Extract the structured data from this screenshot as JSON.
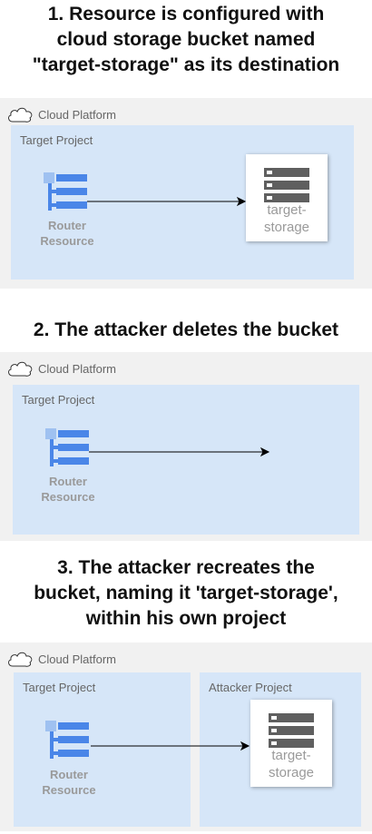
{
  "sections": [
    {
      "heading": "1. Resource is configured with\ncloud storage bucket named\n\"target-storage\" as its destination",
      "platform_label": "Cloud Platform",
      "target_project_label": "Target Project",
      "router_label": "Router\nResource",
      "bucket_label": "target-\nstorage"
    },
    {
      "heading": "2. The attacker deletes the bucket",
      "platform_label": "Cloud Platform",
      "target_project_label": "Target Project",
      "router_label": "Router\nResource"
    },
    {
      "heading": "3. The attacker recreates the\nbucket, naming it 'target-storage',\nwithin his own project",
      "platform_label": "Cloud Platform",
      "target_project_label": "Target Project",
      "attacker_project_label": "Attacker Project",
      "router_label": "Router\nResource",
      "bucket_label": "target-\nstorage"
    }
  ],
  "icons": {
    "cloud": "cloud-icon",
    "router": "router-resource-icon",
    "bucket": "storage-bucket-icon"
  },
  "colors": {
    "platform_bg": "#f1f1f1",
    "project_bg": "#d6e6f8",
    "router_blue": "#4a86e8",
    "router_light": "#9fc1f1",
    "bucket_gray": "#5f5f5f"
  }
}
